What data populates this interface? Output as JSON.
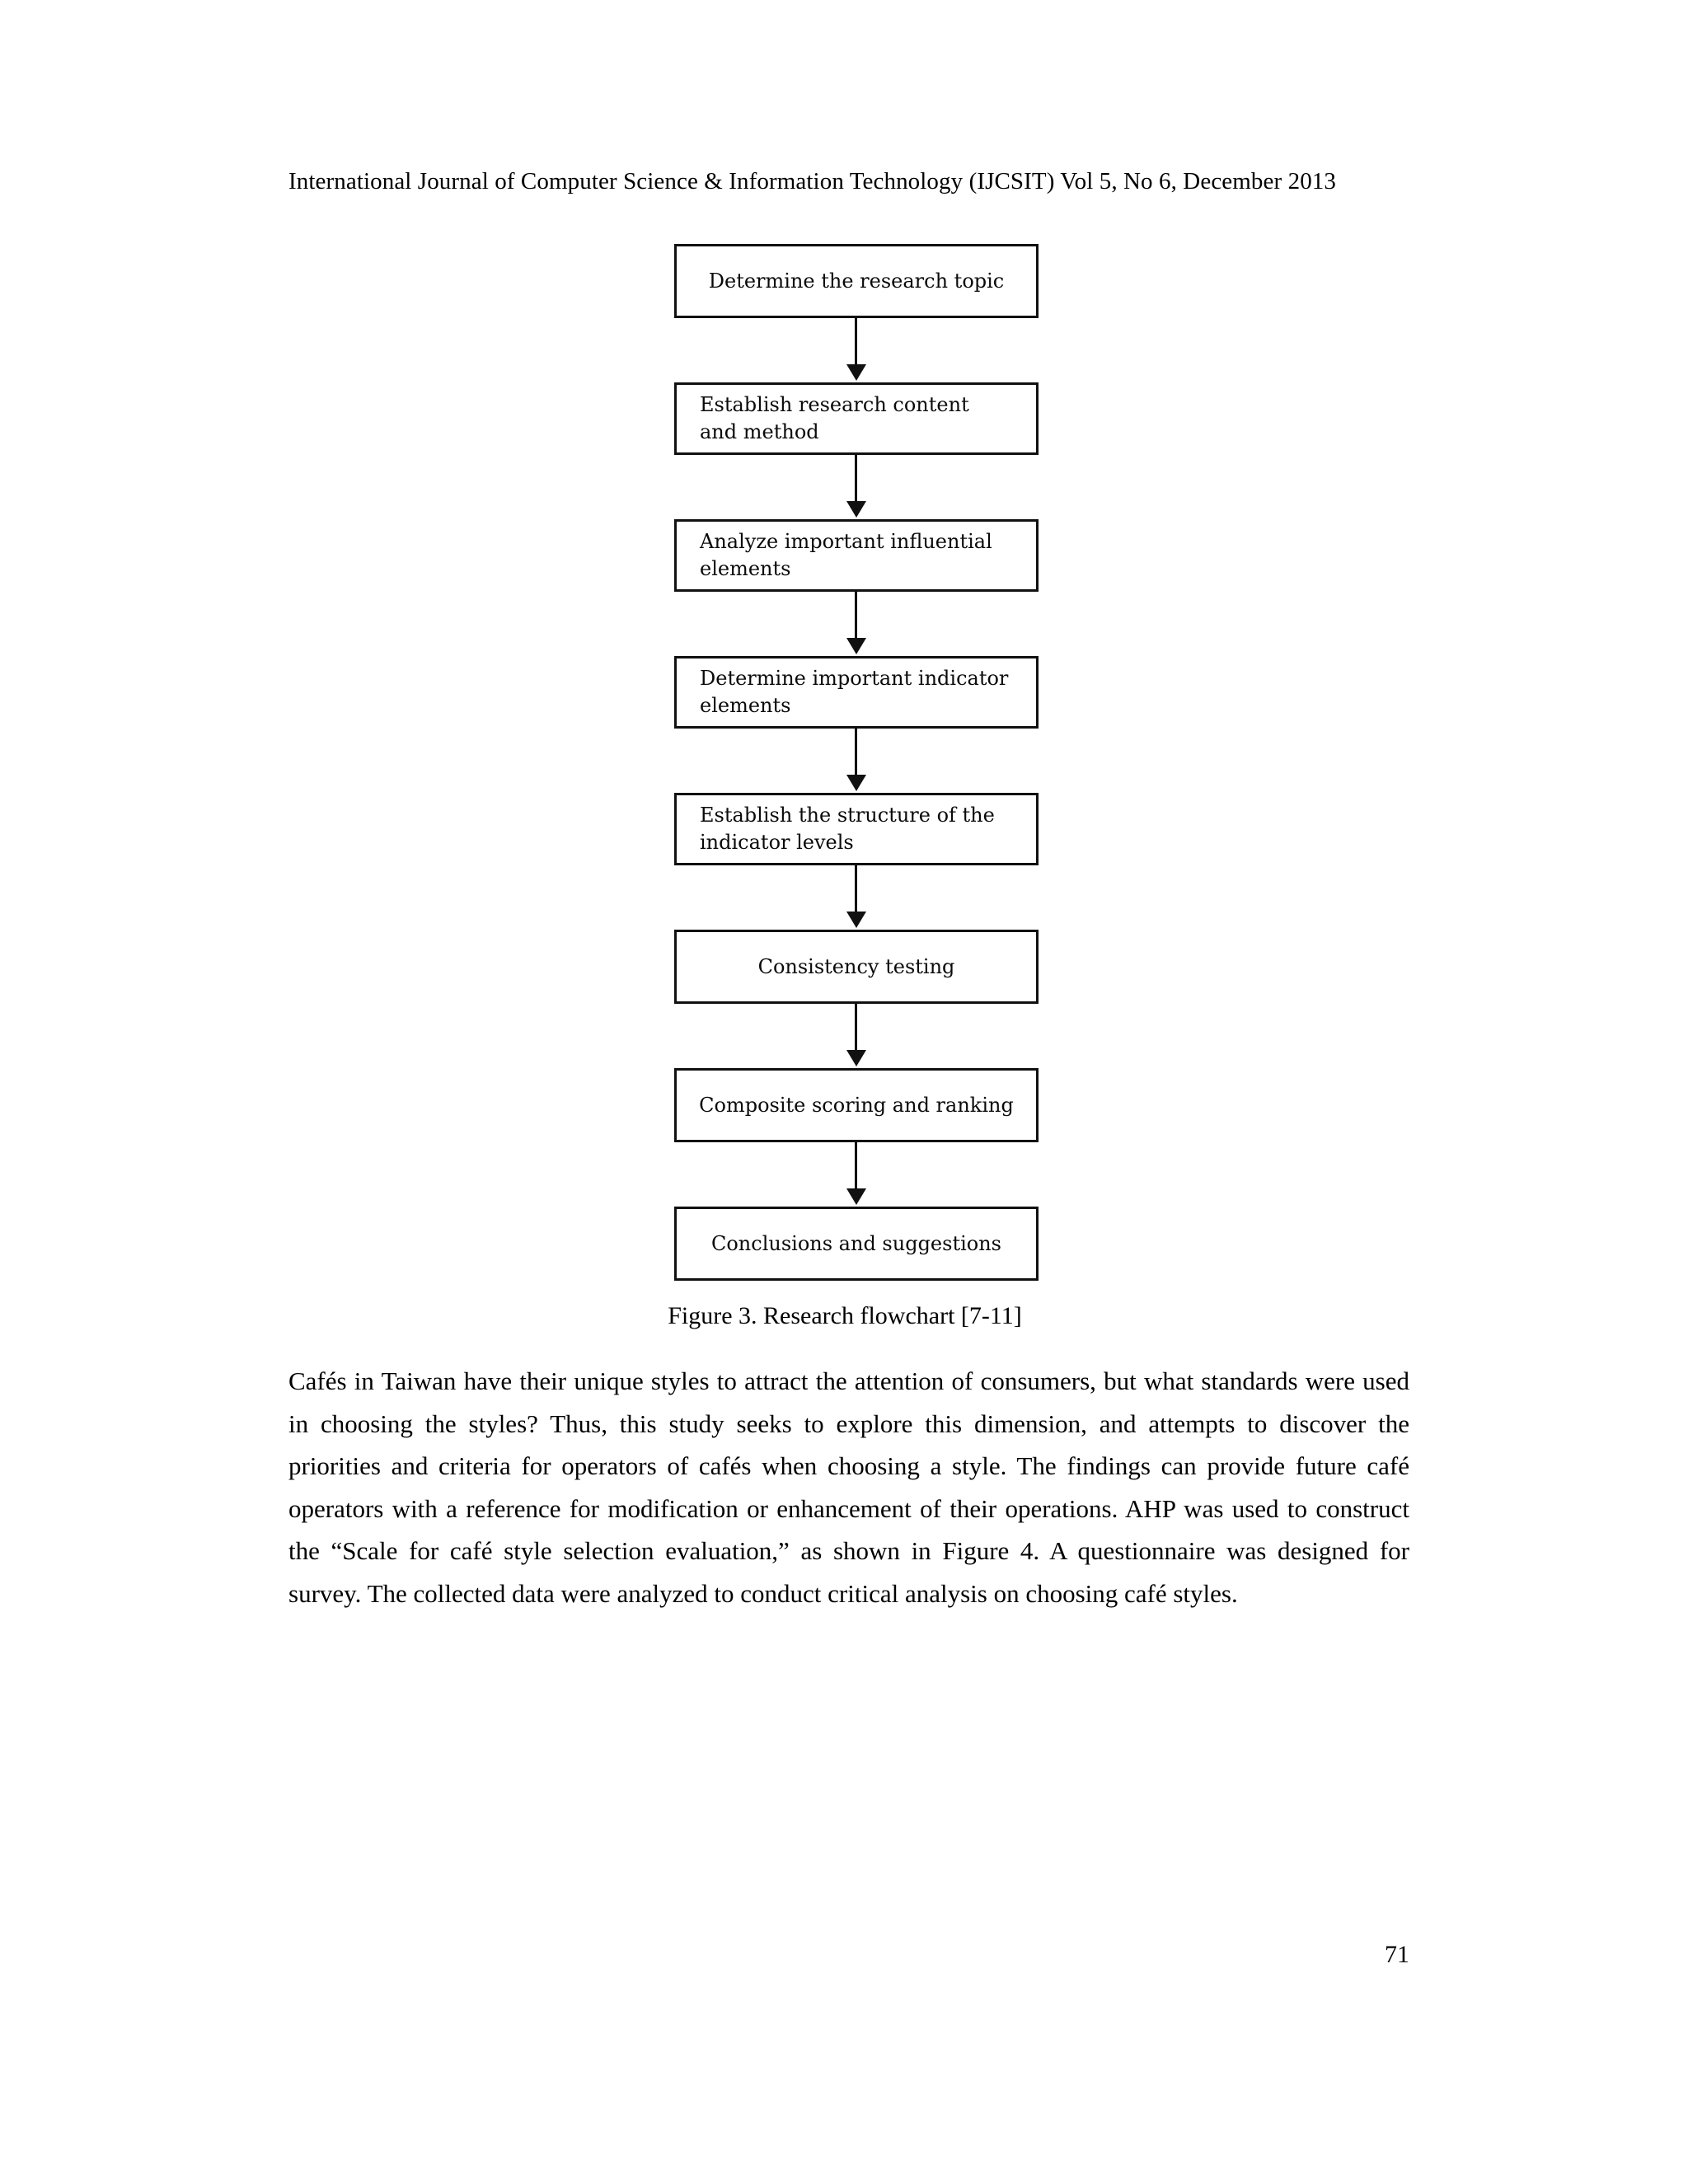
{
  "header": {
    "running_title": "International Journal of Computer Science & Information Technology (IJCSIT) Vol 5, No 6, December 2013"
  },
  "figure": {
    "caption": "Figure 3. Research flowchart [7-11]",
    "flowchart": {
      "type": "flowchart",
      "orientation": "vertical",
      "connector": "downward-arrow",
      "steps": [
        {
          "id": "step-1",
          "align": "center",
          "lines": [
            "Determine the research topic"
          ]
        },
        {
          "id": "step-2",
          "align": "left",
          "lines": [
            "Establish research content",
            "and method"
          ]
        },
        {
          "id": "step-3",
          "align": "left",
          "lines": [
            "Analyze important influential",
            "elements"
          ]
        },
        {
          "id": "step-4",
          "align": "left",
          "lines": [
            "Determine important indicator",
            "elements"
          ]
        },
        {
          "id": "step-5",
          "align": "left",
          "lines": [
            "Establish the structure of the",
            "indicator levels"
          ]
        },
        {
          "id": "step-6",
          "align": "center",
          "lines": [
            "Consistency testing"
          ]
        },
        {
          "id": "step-7",
          "align": "center",
          "lines": [
            "Composite scoring and ranking"
          ]
        },
        {
          "id": "step-8",
          "align": "center",
          "lines": [
            "Conclusions and suggestions"
          ]
        }
      ]
    }
  },
  "body": {
    "paragraph": "Cafés in Taiwan have their unique styles to attract the attention of consumers, but what standards were used in choosing the styles? Thus, this study seeks to explore this dimension, and attempts to discover the priorities and criteria for operators of cafés when choosing a style. The findings can provide future café operators with a reference for modification or enhancement of their operations. AHP was used to construct the “Scale for café style selection evaluation,” as shown in Figure 4. A questionnaire was designed for survey. The collected data were analyzed to conduct critical analysis on choosing café styles."
  },
  "footer": {
    "page_number": "71"
  }
}
